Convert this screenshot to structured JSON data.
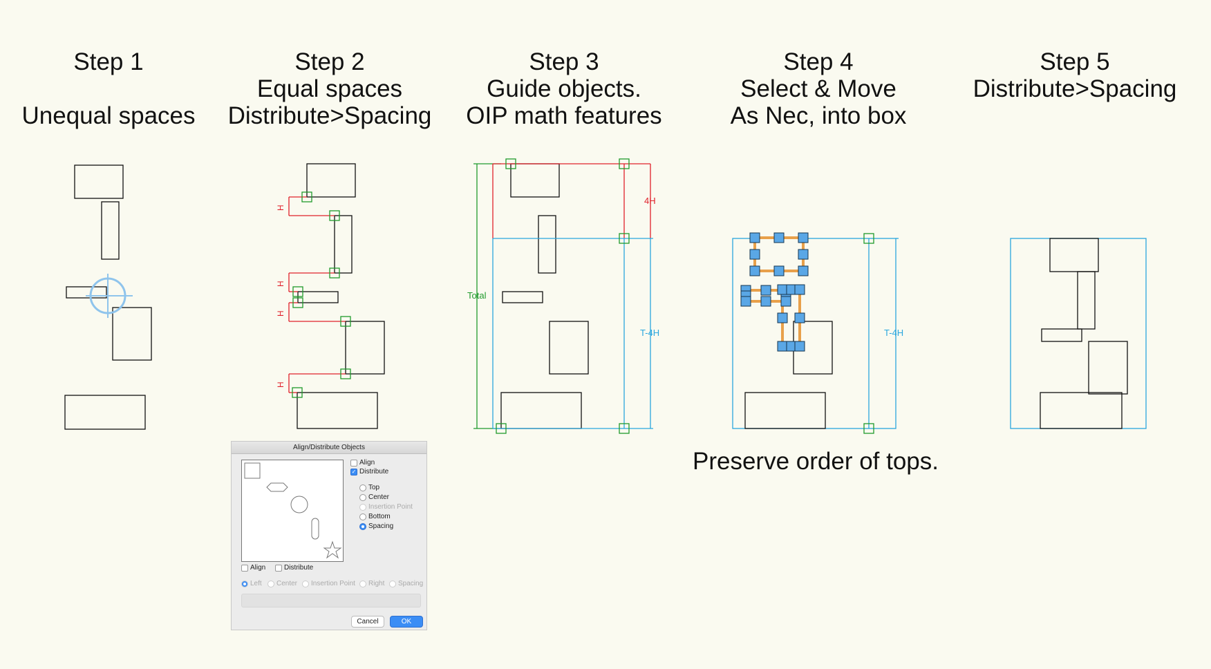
{
  "steps": [
    {
      "line1": "Step 1",
      "line2": "",
      "line3": "Unequal spaces"
    },
    {
      "line1": "Step 2",
      "line2": "Equal spaces",
      "line3": "Distribute>Spacing"
    },
    {
      "line1": "Step 3",
      "line2": "Guide objects.",
      "line3": "OIP math features"
    },
    {
      "line1": "Step 4",
      "line2": "Select & Move",
      "line3": "As Nec, into box"
    },
    {
      "line1": "Step 5",
      "line2": "Distribute>Spacing",
      "line3": ""
    }
  ],
  "labels": {
    "h": "H",
    "four_h": "4H",
    "total": "Total",
    "t_minus_4h": "T-4H"
  },
  "note": "Preserve order of tops.",
  "colors": {
    "red": "#e0202a",
    "green": "#1f9a2c",
    "blue": "#29a6de",
    "handle": "#5aa7e6",
    "orange": "#e8a04a",
    "crosshair": "#8fc4ec"
  },
  "dialog": {
    "title": "Align/Distribute Objects",
    "v_align": "Align",
    "v_distribute": "Distribute",
    "v_options": [
      "Top",
      "Center",
      "Insertion Point",
      "Bottom",
      "Spacing"
    ],
    "h_align": "Align",
    "h_distribute": "Distribute",
    "h_options": [
      "Left",
      "Center",
      "Insertion Point",
      "Right",
      "Spacing"
    ],
    "cancel": "Cancel",
    "ok": "OK"
  }
}
